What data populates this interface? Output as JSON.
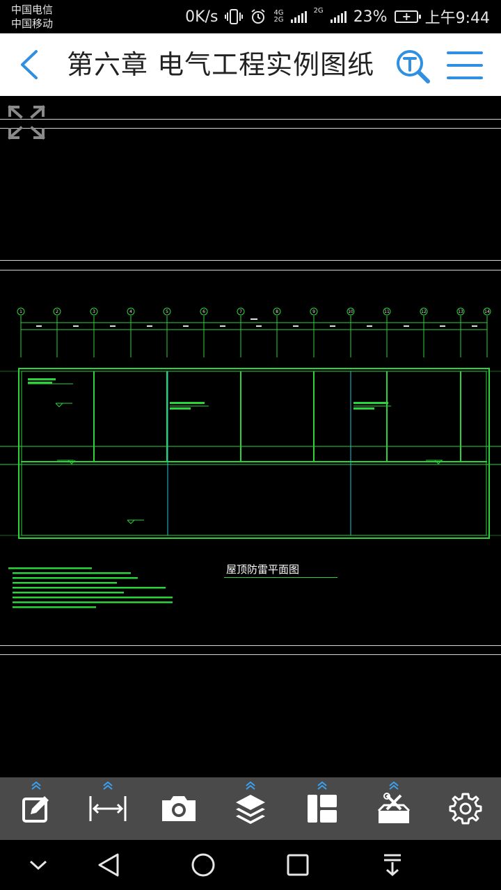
{
  "status_bar": {
    "carrier_1": "中国电信",
    "carrier_2": "中国移动",
    "speed": "0K/s",
    "net_1": "4G",
    "net_2": "2G",
    "net_3": "2G",
    "battery": "23%",
    "time": "上午9:44"
  },
  "header": {
    "title": "第六章 电气工程实例图纸",
    "accent_color": "#2f8fe0"
  },
  "drawing": {
    "title": "屋顶防雷平面图",
    "axis_labels": [
      "1",
      "2",
      "3",
      "4",
      "5",
      "6",
      "7",
      "8",
      "9",
      "10",
      "11",
      "12",
      "13",
      "14"
    ],
    "line_color": "#2bd43a",
    "background": "#000000"
  },
  "toolbar": {
    "items": [
      {
        "icon": "edit-icon",
        "expandable": true
      },
      {
        "icon": "measure-icon",
        "expandable": true
      },
      {
        "icon": "camera-icon",
        "expandable": false
      },
      {
        "icon": "layers-icon",
        "expandable": true
      },
      {
        "icon": "layout-icon",
        "expandable": true
      },
      {
        "icon": "toolbox-icon",
        "expandable": true
      },
      {
        "icon": "settings-icon",
        "expandable": false
      }
    ]
  },
  "nav_bar": {
    "items": [
      "hide-keyboard-icon",
      "back-icon",
      "home-icon",
      "recents-icon",
      "notification-pull-icon"
    ]
  }
}
